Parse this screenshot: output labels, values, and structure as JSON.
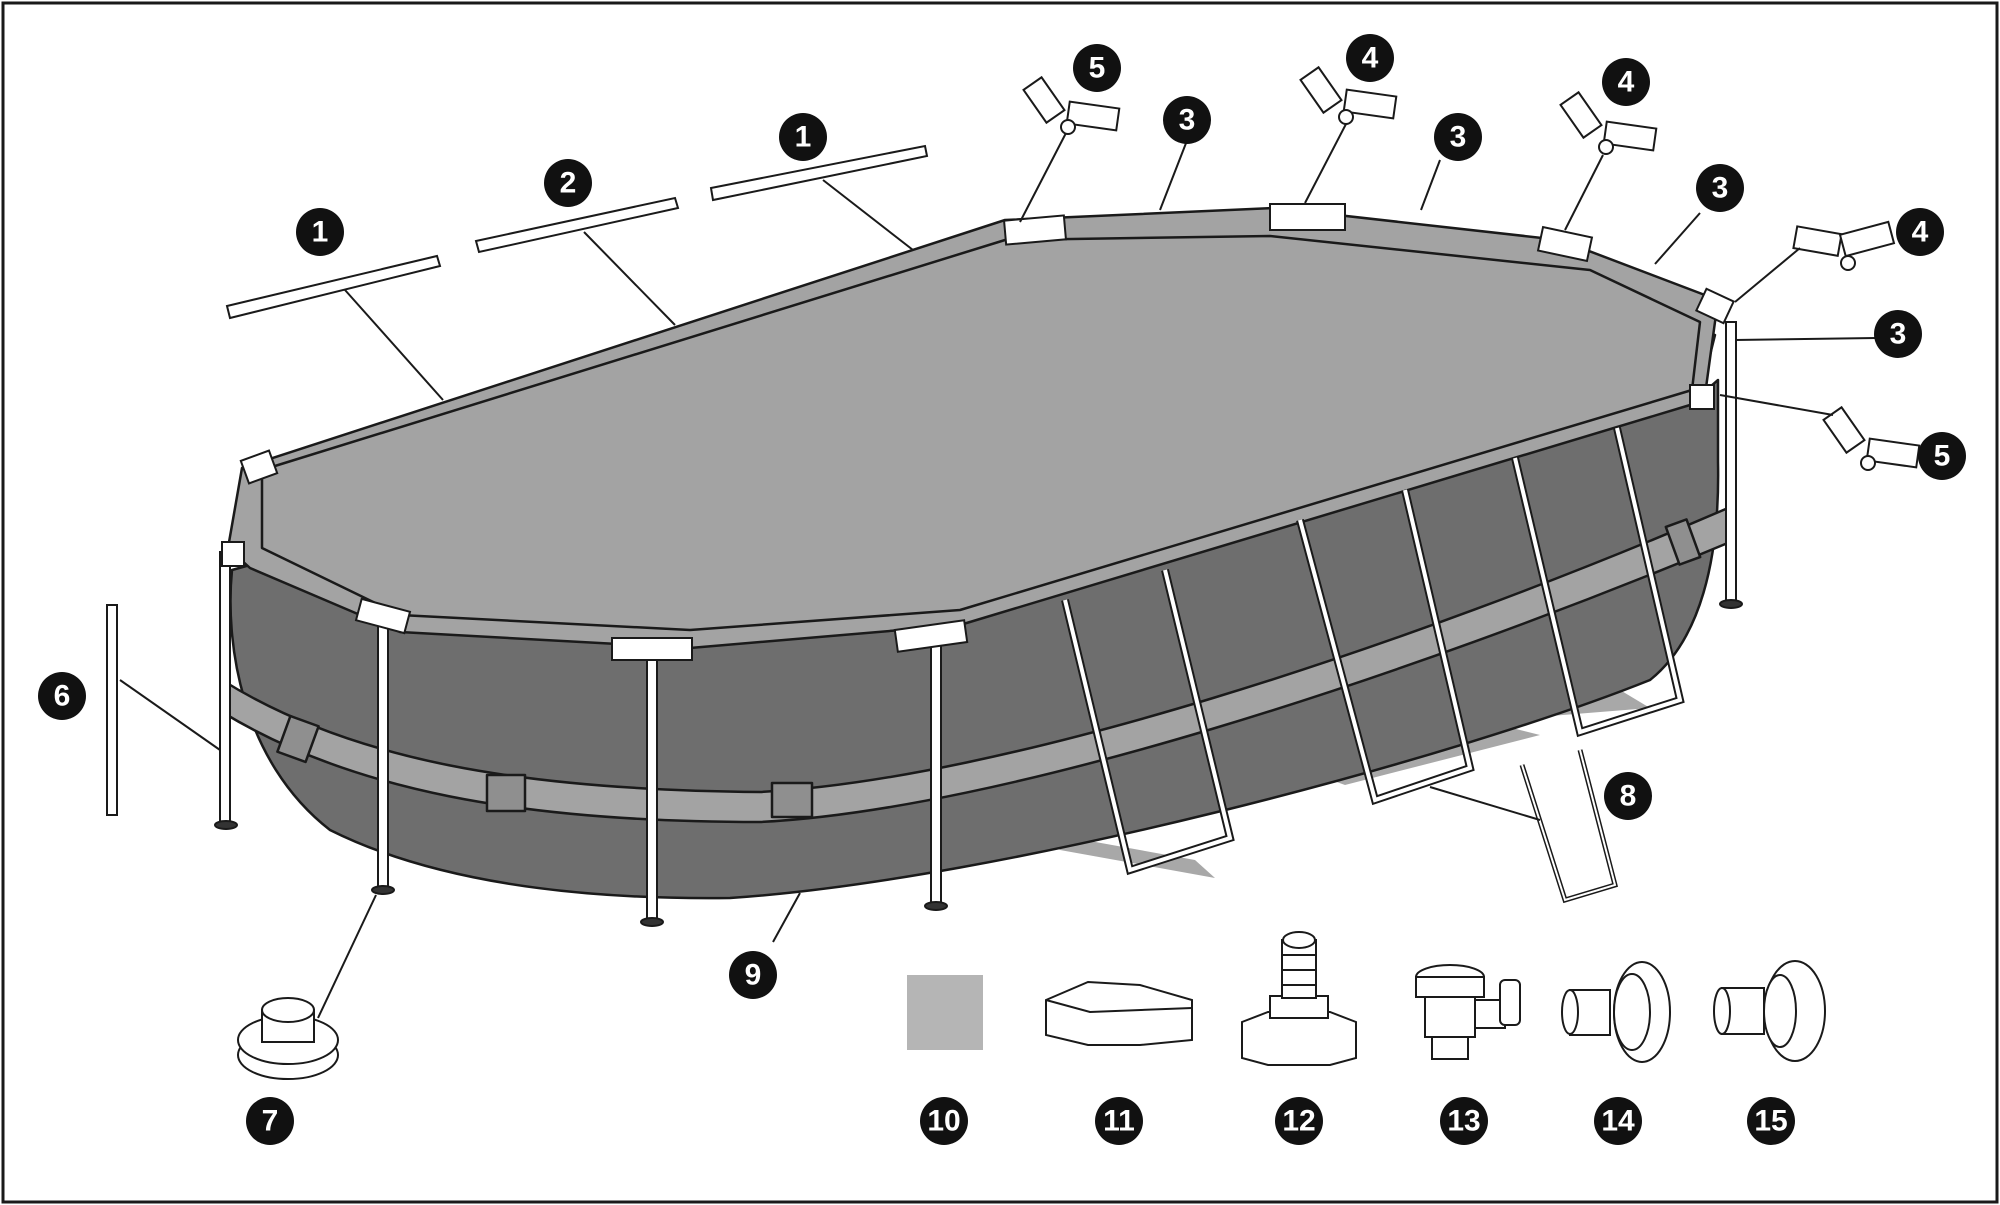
{
  "colors": {
    "wall": "#6e6e6e",
    "rail": "#a3a3a3",
    "outline": "#1a1a1a",
    "badge": "#111111",
    "patch": "#b5b5b5",
    "part": "#ffffff"
  },
  "callouts": [
    {
      "id": "top-rail-left",
      "number": "1"
    },
    {
      "id": "top-rail-middle",
      "number": "2"
    },
    {
      "id": "top-rail-right",
      "number": "1"
    },
    {
      "id": "corner-joint-back-left",
      "number": "5"
    },
    {
      "id": "top-rail-back-1",
      "number": "3"
    },
    {
      "id": "t-joint-back-1",
      "number": "4"
    },
    {
      "id": "top-rail-back-2",
      "number": "3"
    },
    {
      "id": "t-joint-back-2",
      "number": "4"
    },
    {
      "id": "top-rail-back-3",
      "number": "3"
    },
    {
      "id": "t-joint-right",
      "number": "4"
    },
    {
      "id": "top-rail-right-end",
      "number": "3"
    },
    {
      "id": "corner-joint-right",
      "number": "5"
    },
    {
      "id": "leg",
      "number": "6"
    },
    {
      "id": "leg-cap",
      "number": "7"
    },
    {
      "id": "ladder-rung",
      "number": "8"
    },
    {
      "id": "pool-liner",
      "number": "9"
    }
  ],
  "accessories": [
    {
      "id": "repair-patch",
      "number": "10"
    },
    {
      "id": "drain-cap",
      "number": "11"
    },
    {
      "id": "drain-connector",
      "number": "12"
    },
    {
      "id": "flow-valve",
      "number": "13"
    },
    {
      "id": "strainer-connector-a",
      "number": "14"
    },
    {
      "id": "strainer-connector-b",
      "number": "15"
    }
  ]
}
